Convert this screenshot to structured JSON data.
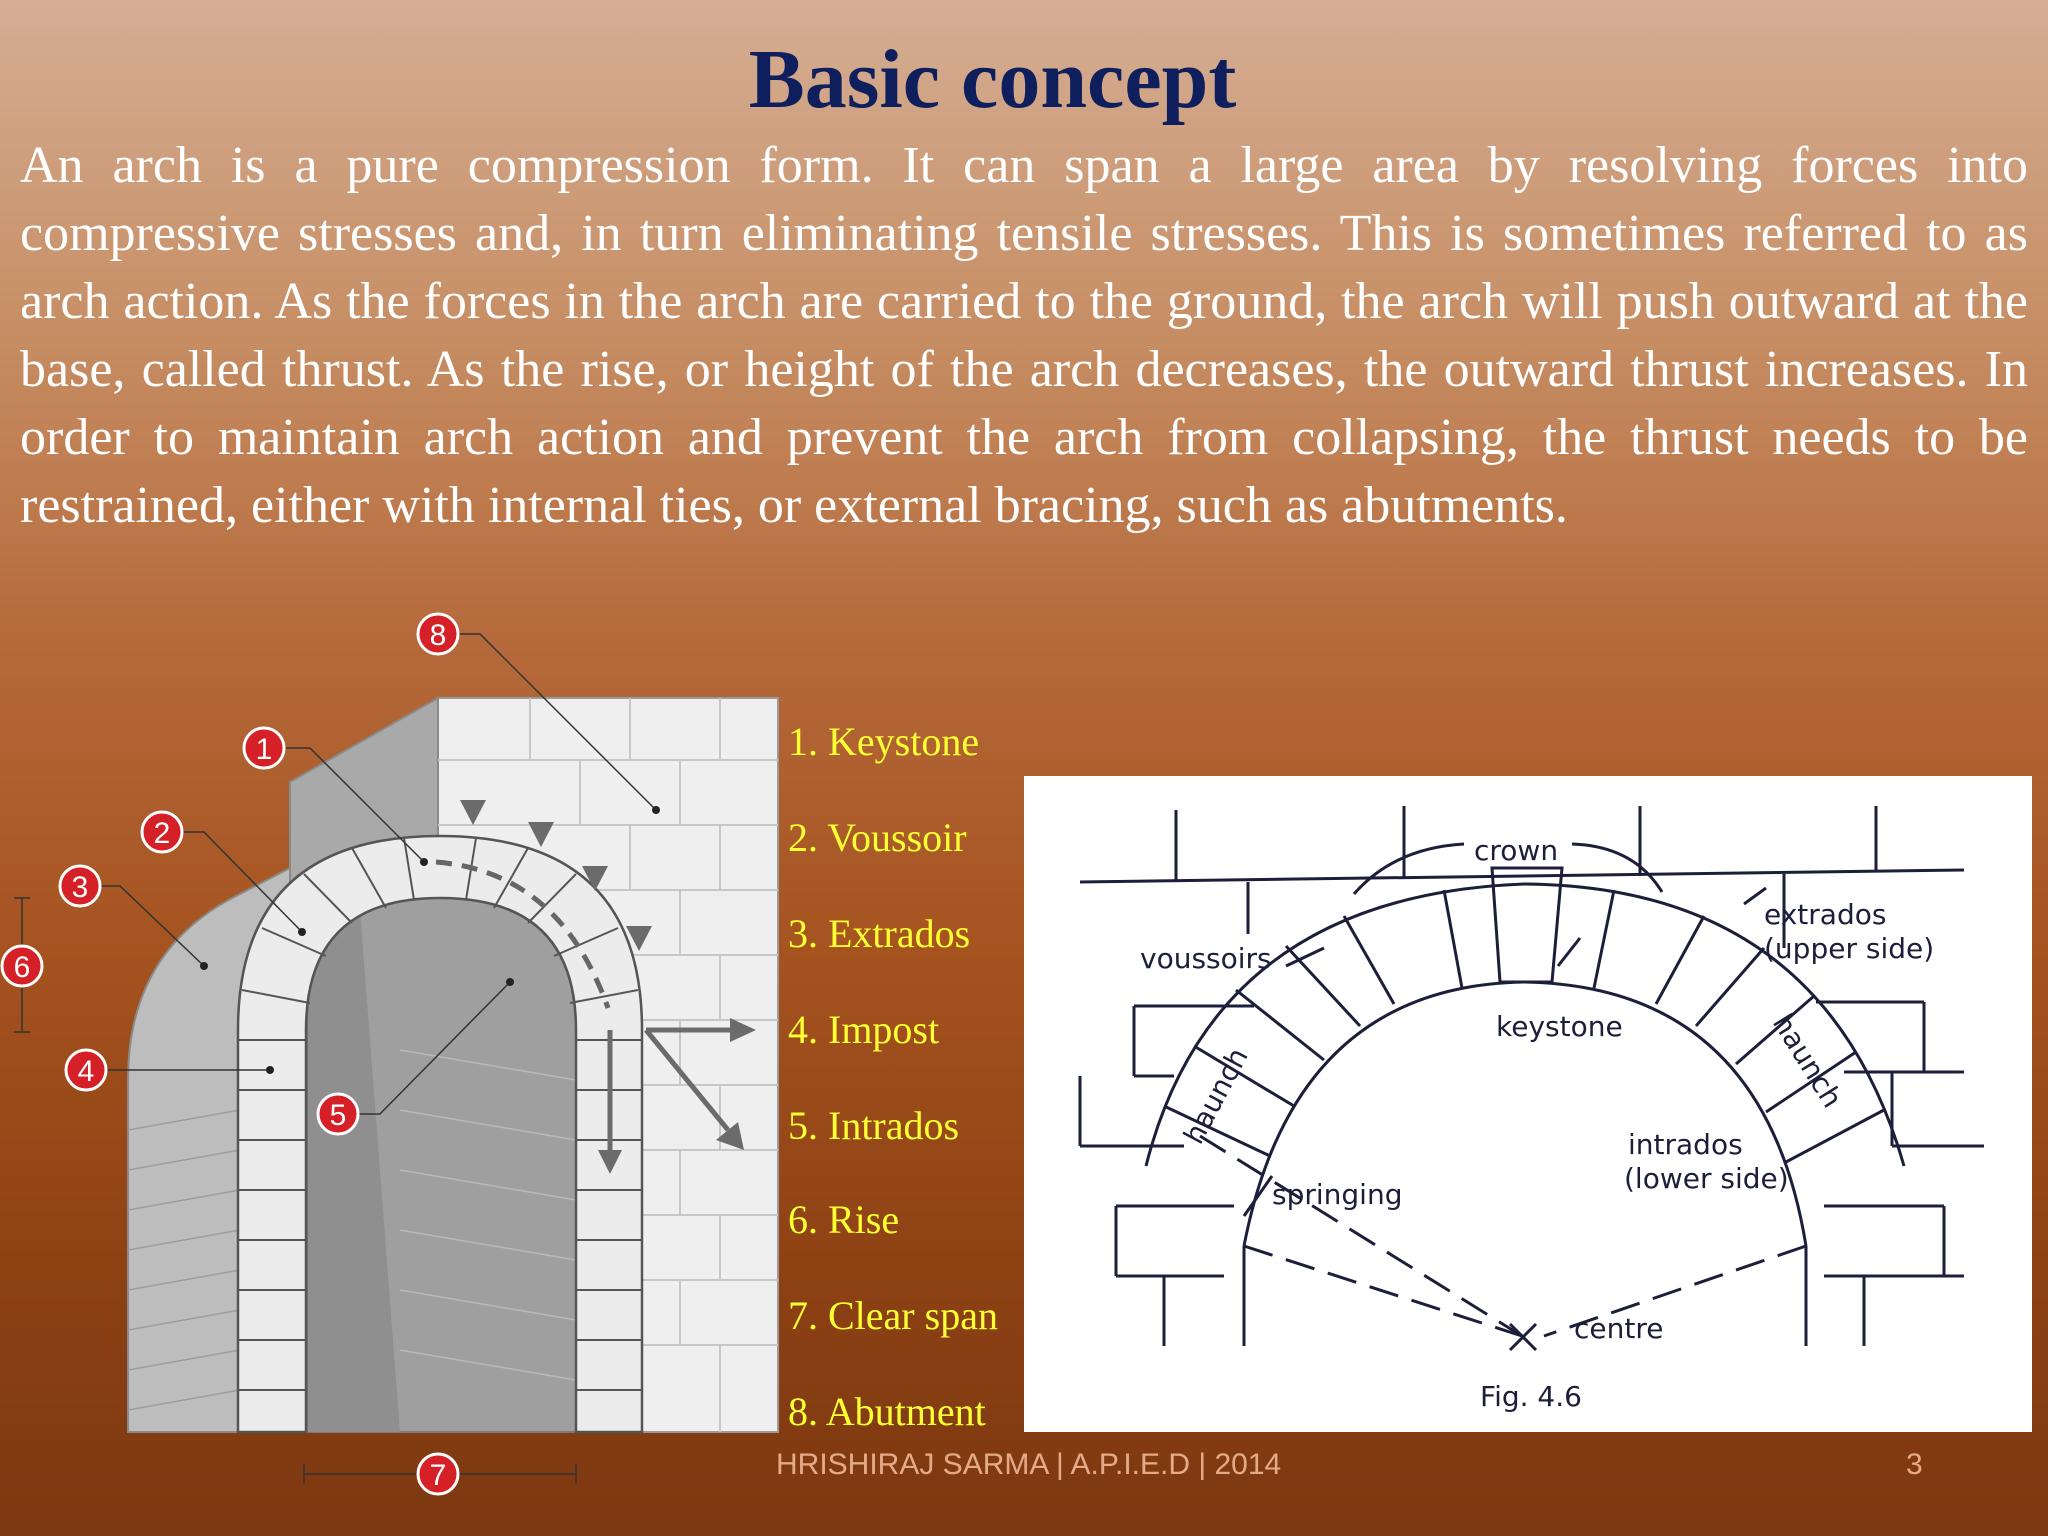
{
  "slide": {
    "title": "Basic concept",
    "body": "An arch is a pure compression form. It can span a large area by resolving forces into compressive stresses and, in turn eliminating tensile stresses. This is sometimes referred to as arch action. As the forces in the arch are carried to the ground, the arch will push outward at the base, called thrust. As the rise, or height of the arch decreases, the outward thrust increases. In order to maintain arch action and prevent the arch from collapsing, the thrust needs to be restrained, either with internal ties, or external bracing, such as abutments.",
    "footer": "HRISHIRAJ SARMA | A.P.I.E.D | 2014",
    "page_number": "3"
  },
  "legend": [
    "1. Keystone",
    "2. Voussoir",
    "3. Extrados",
    "4. Impost",
    "5. Intrados",
    "6. Rise",
    "7. Clear span",
    "8. Abutment"
  ],
  "left_figure": {
    "markers": [
      "1",
      "2",
      "3",
      "4",
      "5",
      "6",
      "7",
      "8"
    ]
  },
  "right_figure": {
    "labels": {
      "crown": "crown",
      "extrados": "extrados",
      "upper_side": "(upper side)",
      "voussoirs": "voussoirs",
      "keystone": "keystone",
      "haunch_left": "haunch",
      "haunch_right": "haunch",
      "intrados": "intrados",
      "lower_side": "(lower side)",
      "springing": "springing",
      "centre": "centre",
      "caption": "Fig. 4.6"
    }
  },
  "colors": {
    "title": "#0f1f5e",
    "body_text": "#ffffff",
    "legend_text": "#ffff33",
    "marker_fill": "#d42026",
    "footer_text": "#e5ab86"
  }
}
